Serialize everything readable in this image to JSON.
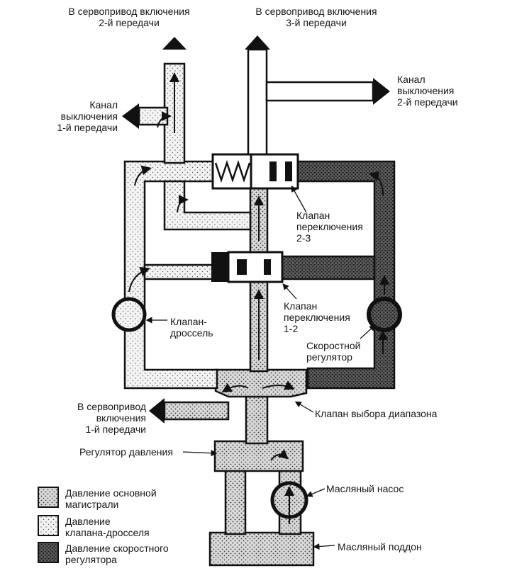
{
  "labels": {
    "top_servo_2": "В сервопривод включения\n2-й передачи",
    "top_servo_3": "В сервопривод включения\n3-й передачи",
    "channel_off_1": "Канал\nвыключения\n1-й передачи",
    "channel_off_2": "Канал\nвыключения\n2-й передачи",
    "valve_23": "Клапан\nпереключения\n2-3",
    "valve_12": "Клапан\nпереключения\n1-2",
    "throttle_valve": "Клапан-\nдроссель",
    "speed_regulator": "Скоростной\nрегулятор",
    "servo_1": "В сервопривод\nвключения\n1-й передачи",
    "range_valve": "Клапан выбора диапазона",
    "pressure_regulator": "Регулятор давления",
    "oil_pump": "Масляный насос",
    "oil_pan": "Масляный поддон"
  },
  "legend": [
    {
      "label": "Давление основной\nмагистрали",
      "pattern": "main"
    },
    {
      "label": "Давление\nклапана-дросселя",
      "pattern": "throttle"
    },
    {
      "label": "Давление скоростного\nрегулятора",
      "pattern": "governor"
    }
  ]
}
